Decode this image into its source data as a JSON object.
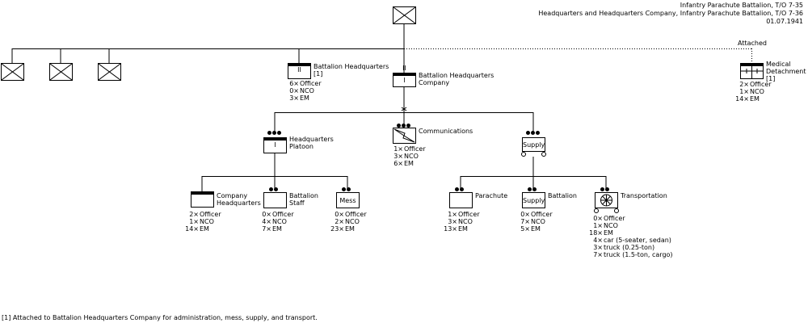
{
  "header": {
    "line1": "Infantry Parachute Battalion, T/O 7-35",
    "line2": "Headquarters and Headquarters Company, Infantry Parachute Battalion, T/O 7-36",
    "line3": "01.07.1941"
  },
  "attached_label": "Attached",
  "units": {
    "bn_hq": {
      "label": "Battalion Headquarters\n[1]",
      "symbol_text": "II",
      "stats": [
        [
          "6×",
          "Officer"
        ],
        [
          "0×",
          "NCO"
        ],
        [
          "3×",
          "EM"
        ]
      ]
    },
    "bn_hq_co": {
      "label": "Battalion Headquarters\nCompany",
      "symbol_text": "II",
      "echelon": "I"
    },
    "medical": {
      "label": "Medical\nDetachment\n[1]",
      "stats": [
        [
          "2×",
          "Officer"
        ],
        [
          "1×",
          "NCO"
        ],
        [
          "14×",
          "EM"
        ]
      ]
    },
    "hq_platoon": {
      "label": "Headquarters\nPlatoon",
      "symbol_text": "I"
    },
    "communications": {
      "label": "Communications",
      "stats": [
        [
          "1×",
          "Officer"
        ],
        [
          "3×",
          "NCO"
        ],
        [
          "6×",
          "EM"
        ]
      ]
    },
    "supply_platoon": {
      "symbol_text": "Supply"
    },
    "company_hq": {
      "label": "Company\nHeadquarters",
      "stats": [
        [
          "2×",
          "Officer"
        ],
        [
          "1×",
          "NCO"
        ],
        [
          "14×",
          "EM"
        ]
      ]
    },
    "battalion_staff": {
      "label": "Battalion\nStaff",
      "stats": [
        [
          "0×",
          "Officer"
        ],
        [
          "4×",
          "NCO"
        ],
        [
          "7×",
          "EM"
        ]
      ]
    },
    "mess": {
      "symbol_text": "Mess",
      "stats": [
        [
          "0×",
          "Officer"
        ],
        [
          "2×",
          "NCO"
        ],
        [
          "23×",
          "EM"
        ]
      ]
    },
    "parachute": {
      "label": "Parachute",
      "stats": [
        [
          "1×",
          "Officer"
        ],
        [
          "3×",
          "NCO"
        ],
        [
          "13×",
          "EM"
        ]
      ]
    },
    "battalion_supply": {
      "symbol_text": "Supply",
      "label": "Battalion",
      "stats": [
        [
          "0×",
          "Officer"
        ],
        [
          "7×",
          "NCO"
        ],
        [
          "5×",
          "EM"
        ]
      ]
    },
    "transportation": {
      "label": "Transportation",
      "stats": [
        [
          "0×",
          "Officer"
        ],
        [
          "1×",
          "NCO"
        ],
        [
          "18×",
          "EM"
        ],
        [
          "4×",
          "car (5-seater, sedan)"
        ],
        [
          "3×",
          "truck (0.25-ton)"
        ],
        [
          "7×",
          "truck (1.5-ton, cargo)"
        ]
      ]
    }
  },
  "footnote": "[1] Attached to Battalion Headquarters Company for administration, mess, supply, and transport."
}
